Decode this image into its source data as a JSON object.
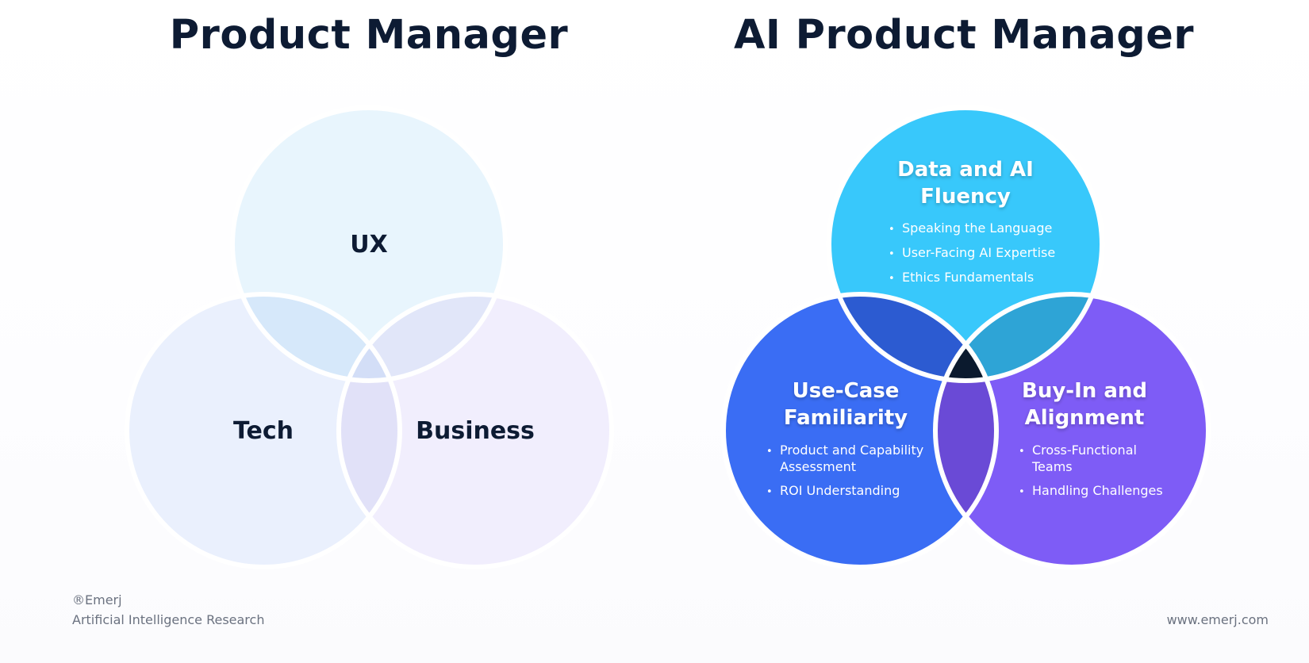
{
  "left": {
    "title": "Product Manager",
    "circles": {
      "top": "UX",
      "left": "Tech",
      "right": "Business"
    },
    "colors": {
      "top": "#e8f5fd",
      "left": "#eaf0fd",
      "right": "#f1eefd",
      "overlap_top_left": "#d6e8fa",
      "overlap_top_right": "#e1e6f9",
      "overlap_left_right": "#e1e1f8",
      "center": "#d3def7"
    }
  },
  "right": {
    "title": "AI Product Manager",
    "circles": {
      "top": {
        "title_line1": "Data and AI",
        "title_line2": "Fluency",
        "bullets": [
          "Speaking the Language",
          "User-Facing AI Expertise",
          "Ethics Fundamentals"
        ]
      },
      "left": {
        "title_line1": "Use-Case",
        "title_line2": "Familiarity",
        "bullets": [
          {
            "line1": "Product and Capability",
            "line2": "Assessment"
          },
          {
            "line1": "ROI Understanding",
            "line2": ""
          }
        ]
      },
      "right": {
        "title_line1": "Buy-In and",
        "title_line2": "Alignment",
        "bullets": [
          {
            "line1": "Cross-Functional",
            "line2": "Teams"
          },
          {
            "line1": "Handling Challenges",
            "line2": ""
          }
        ]
      }
    },
    "colors": {
      "top": "#38c8fb",
      "left": "#3a6df4",
      "right": "#7e5cf6",
      "overlap_top_left": "#2c5bd1",
      "overlap_top_right": "#2ea4d6",
      "overlap_left_right": "#6a4ad6",
      "center": "#0b1a2e"
    },
    "bullet_glyph": "•"
  },
  "footer": {
    "brand": "®Emerj",
    "tagline": "Artificial Intelligence Research",
    "website": "www.emerj.com"
  }
}
